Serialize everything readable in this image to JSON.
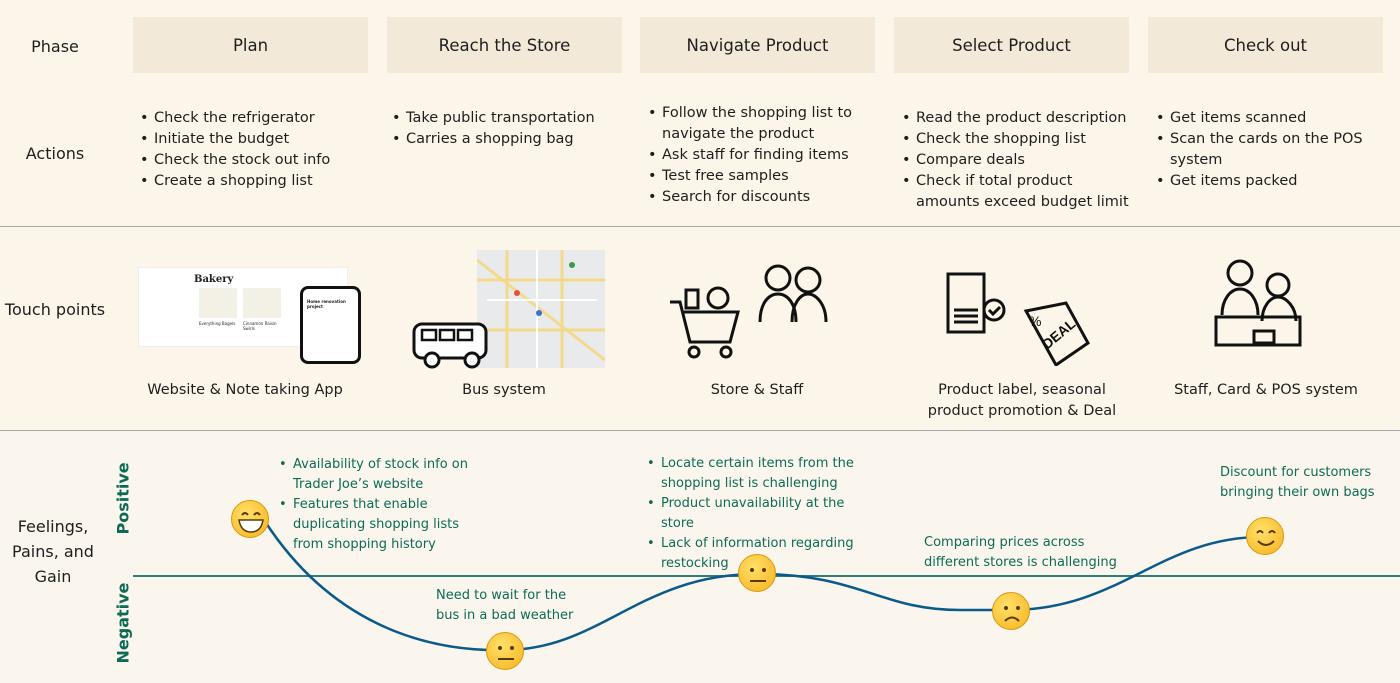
{
  "rows": {
    "phase": "Phase",
    "actions": "Actions",
    "touch": "Touch points",
    "feelings": "Feelings, Pains, and Gain"
  },
  "phases": [
    "Plan",
    "Reach the Store",
    "Navigate Product",
    "Select Product",
    "Check out"
  ],
  "actions": [
    [
      "Check the refrigerator",
      "Initiate the budget",
      "Check the stock out info",
      "Create a shopping list"
    ],
    [
      "Take public transportation",
      "Carries a shopping bag"
    ],
    [
      "Follow the shopping list to navigate the product",
      "Ask staff for finding items",
      "Test free samples",
      "Search for discounts"
    ],
    [
      "Read the product description",
      "Check the shopping list",
      "Compare deals",
      "Check if total product amounts exceed budget limit"
    ],
    [
      "Get items scanned",
      "Scan the cards on the POS system",
      "Get items packed"
    ]
  ],
  "touchpoints": [
    "Website & Note taking App",
    "Bus system",
    "Store & Staff",
    "Product label, seasonal product promotion & Deal",
    "Staff, Card & POS system"
  ],
  "touch_icons": [
    "website-screenshot",
    "bus-map",
    "cart-staff",
    "label-deal-tag",
    "pos-staff"
  ],
  "website_mock": {
    "heading": "Bakery",
    "note_title": "Home renovation project",
    "items": [
      "Everything Bagels",
      "Cinnamon Raisin Swirls"
    ]
  },
  "axis": {
    "positive": "Positive",
    "negative": "Negative"
  },
  "feelings": {
    "plan": [
      "Availability of stock info on Trader Joe’s website",
      "Features that enable duplicating shopping lists from shopping history"
    ],
    "reach": "Need to wait for the bus in a bad weather",
    "navigate": [
      "Locate certain items from the shopping list is challenging",
      "Product unavailability at the store",
      "Lack of information regarding restocking"
    ],
    "select": "Comparing prices across different stores is challenging",
    "checkout": "Discount for customers bringing their own bags"
  },
  "emotions": [
    "grinning",
    "neutral",
    "neutral",
    "frowning",
    "smiling"
  ],
  "colors": {
    "header": "#f2e9d8",
    "green": "#0d6b55",
    "curve": "#0b5a8a"
  }
}
